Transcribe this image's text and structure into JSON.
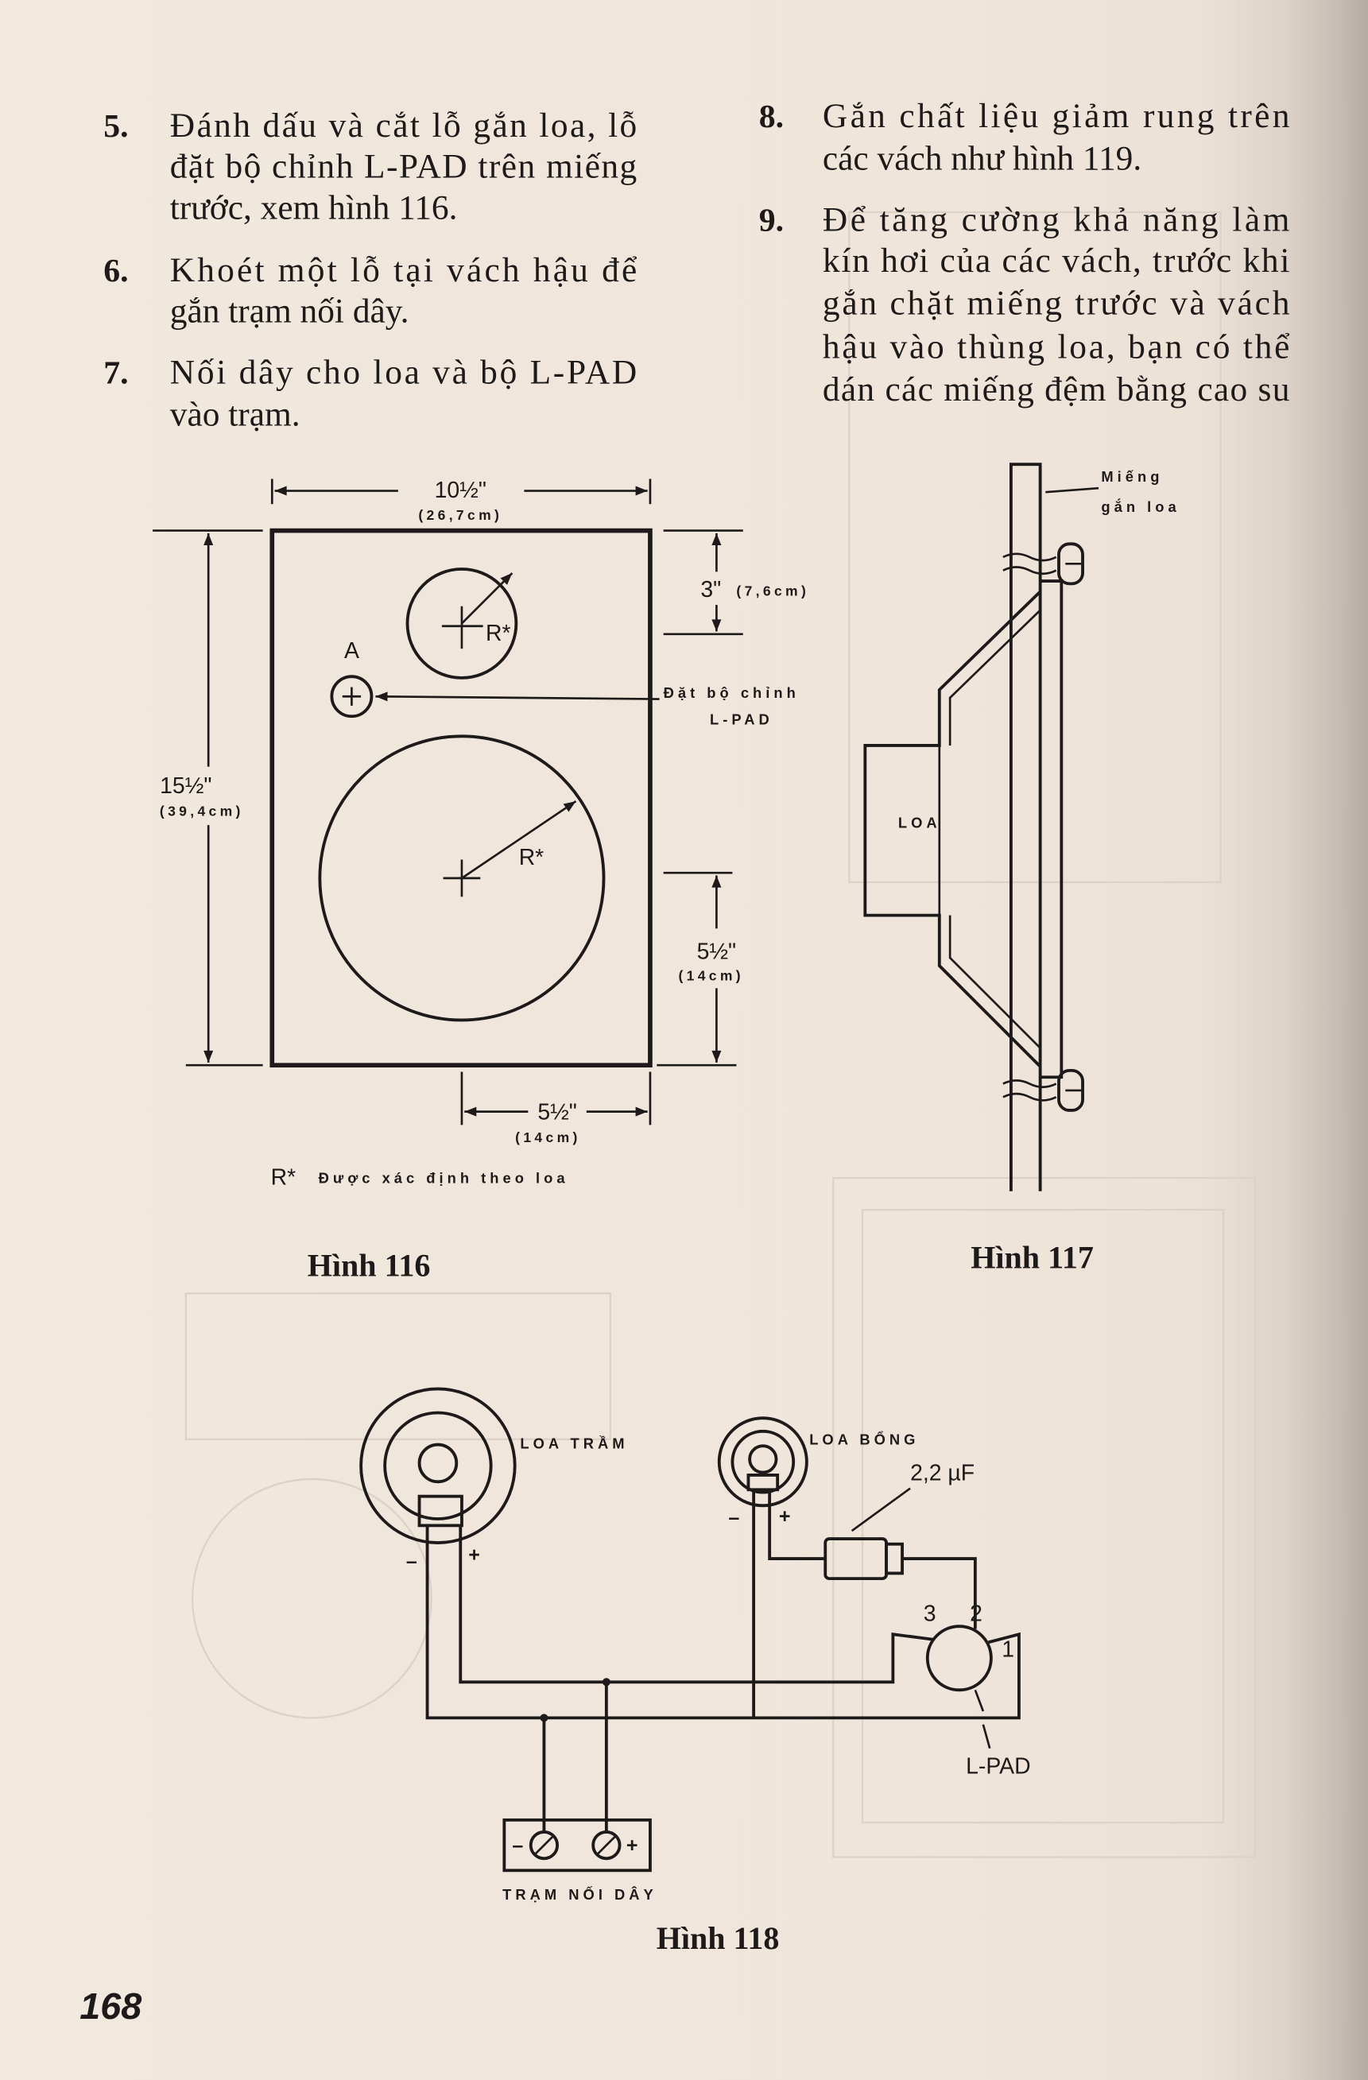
{
  "page": {
    "number": "168",
    "colors": {
      "paper": "#efe6dc",
      "ink": "#1d1a19"
    }
  },
  "instructions": {
    "left": [
      {
        "number": "5.",
        "lines": [
          "Đánh dấu và cắt lỗ gắn loa, lỗ",
          "đặt bộ chỉnh L-PAD trên miếng",
          "trước, xem hình 116."
        ]
      },
      {
        "number": "6.",
        "lines": [
          "Khoét một lỗ tại vách hậu để",
          "gắn trạm nối dây."
        ]
      },
      {
        "number": "7.",
        "lines": [
          "Nối dây cho loa và bộ L-PAD",
          "vào trạm."
        ]
      }
    ],
    "right": [
      {
        "number": "8.",
        "lines": [
          "Gắn chất liệu giảm rung trên",
          "các vách như hình 119."
        ]
      },
      {
        "number": "9.",
        "lines": [
          "Để tăng cường khả năng làm",
          "kín hơi của các vách, trước khi",
          "gắn chặt miếng trước và vách",
          "hậu vào thùng loa, bạn có thể",
          "dán các miếng đệm bằng cao su"
        ]
      }
    ]
  },
  "figure_116": {
    "caption": "Hình 116",
    "width_label": "10½\"",
    "width_metric": "(26,7cm)",
    "height_label": "15½\"",
    "height_metric": "(39,4cm)",
    "tweeter_offset_label": "3\"",
    "tweeter_offset_metric": "(7,6cm)",
    "tweeter_radius_label": "R*",
    "woofer_radius_label": "R*",
    "lpad_hole_label": "A",
    "lpad_note": [
      "Đặt bộ chỉnh",
      "L-PAD"
    ],
    "woofer_offset_label": "5½\"",
    "woofer_offset_metric": "(14cm)",
    "woofer_center_label": "5½\"",
    "woofer_center_metric": "(14cm)",
    "footnote_symbol": "R*",
    "footnote_text": "Được xác định theo loa"
  },
  "figure_117": {
    "caption": "Hình 117",
    "baffle_label": [
      "Miếng",
      "gắn loa"
    ],
    "speaker_label": "LOA"
  },
  "figure_118": {
    "caption": "Hình 118",
    "woofer_label": "LOA TRẦM",
    "tweeter_label": "LOA BỔNG",
    "capacitor_label": "2,2 µF",
    "woofer_minus": "–",
    "woofer_plus": "+",
    "tweeter_minus": "–",
    "tweeter_plus": "+",
    "lpad_terminals": [
      "3",
      "2",
      "1"
    ],
    "lpad_label": "L-PAD",
    "terminal_minus": "–",
    "terminal_plus": "+",
    "terminal_label": "TRẠM NỐI DÂY"
  }
}
